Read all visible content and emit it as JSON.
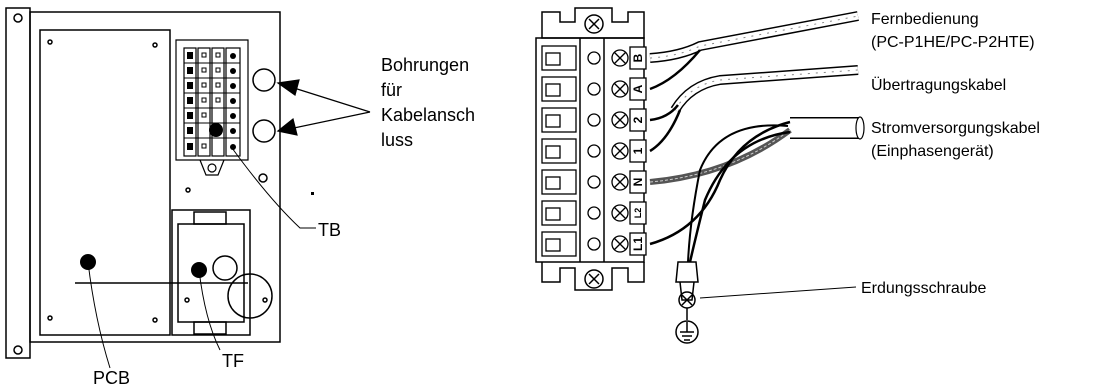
{
  "left_panel": {
    "labels": {
      "holes": [
        "Bohrungen",
        "für",
        "Kabelansch",
        "luss"
      ],
      "terminal_block": "TB",
      "circuit_board": "PCB",
      "transformer": "TF"
    }
  },
  "right_panel": {
    "terminals": [
      "B",
      "A",
      "2",
      "1",
      "N",
      "L2",
      "L1"
    ],
    "labels": {
      "remote": [
        "Fernbedienung",
        "(PC-P1HE/PC-P2HTE)"
      ],
      "transmission": "Übertragungskabel",
      "power": [
        "Stromversorgungskabel",
        "(Einphasengerät)"
      ],
      "earth": "Erdungsschraube"
    }
  }
}
